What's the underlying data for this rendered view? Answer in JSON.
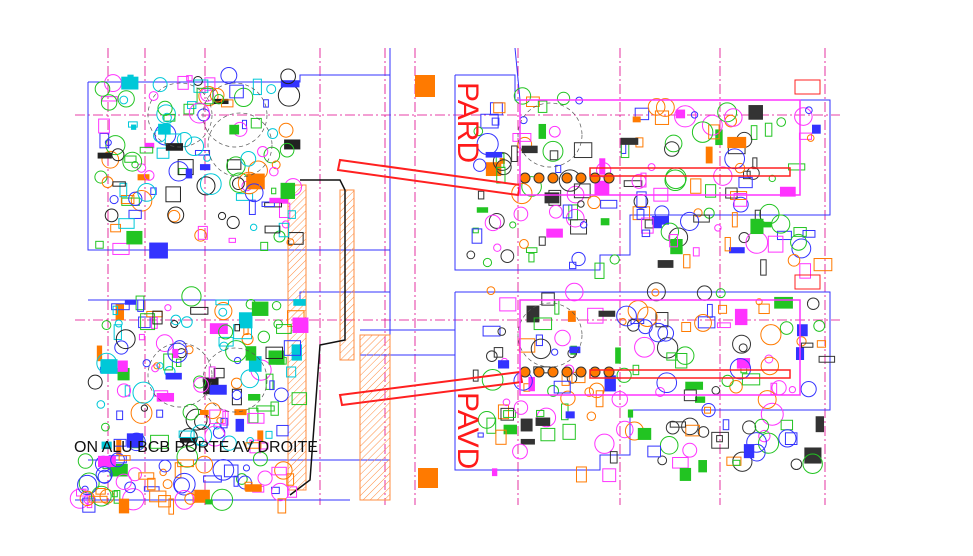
{
  "drawing": {
    "labels": {
      "top_cell": "PARD",
      "bottom_cell": "PAVD",
      "bottom_left_caption": "ON ALU BCB PORTE AV DROITE"
    },
    "colors": {
      "outline": "#3333ff",
      "axis": "#e0008a",
      "hatch": "#ff8c40",
      "conveyor": "#ff2020",
      "machine_cyan": "#00c8d8",
      "machine_green": "#22c422",
      "machine_magenta": "#ff33ff",
      "accent_orange": "#ff7a00"
    }
  }
}
